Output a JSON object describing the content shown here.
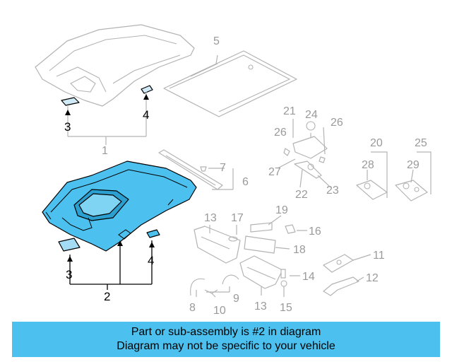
{
  "banner": {
    "line1": "Part or sub-assembly is #2 in diagram",
    "line2": "Diagram may not be specific to your vehicle"
  },
  "highlighted_part": "2",
  "colors": {
    "highlight": "#4cc1ef",
    "ghost_line": "#b3b3b3",
    "label_grey": "#9a9a9a"
  },
  "callouts": {
    "c1": "1",
    "c2": "2",
    "c3a": "3",
    "c3b": "3",
    "c4a": "4",
    "c4b": "4",
    "c5": "5",
    "c6": "6",
    "c7": "7",
    "c8": "8",
    "c9": "9",
    "c10": "10",
    "c11": "11",
    "c12": "12",
    "c13a": "13",
    "c13b": "13",
    "c14": "14",
    "c15": "15",
    "c16": "16",
    "c17": "17",
    "c18": "18",
    "c19": "19",
    "c20": "20",
    "c21": "21",
    "c22": "22",
    "c23": "23",
    "c24": "24",
    "c25": "25",
    "c26a": "26",
    "c26b": "26",
    "c27": "27",
    "c28": "28",
    "c29": "29"
  }
}
